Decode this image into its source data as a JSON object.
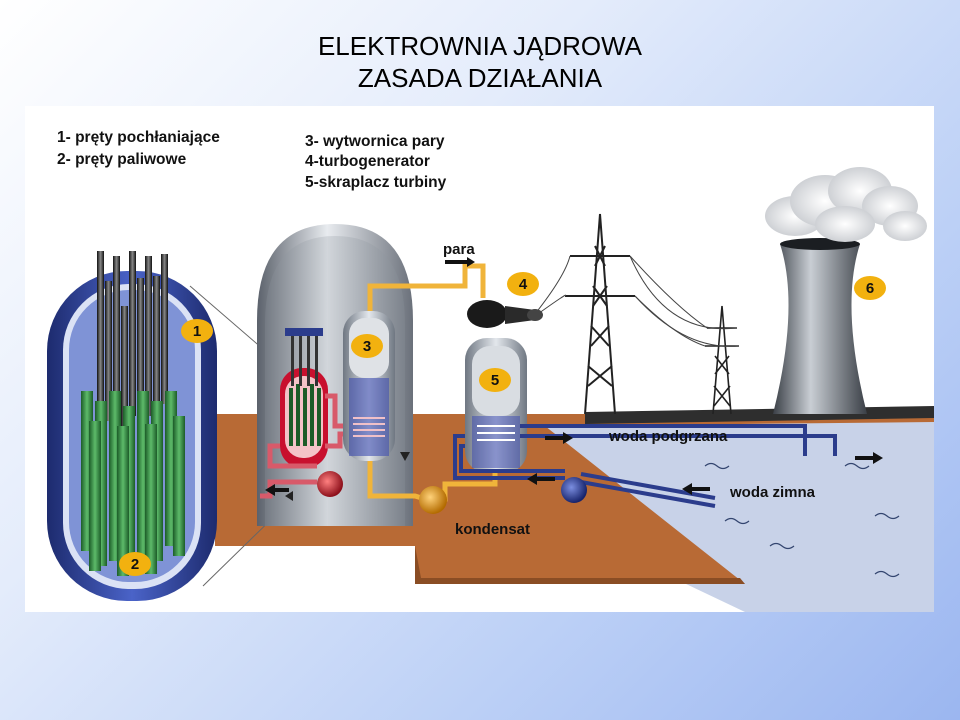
{
  "title": {
    "line1": "ELEKTROWNIA JĄDROWA",
    "line2": "ZASADA DZIAŁANIA"
  },
  "legend": {
    "item1": "1- pręty pochłaniające",
    "item2": "2- pręty paliwowe",
    "item3": "3- wytwornica pary",
    "item4": "4-turbogenerator",
    "item5": "5-skraplacz turbiny"
  },
  "flows": {
    "steam": "para",
    "heated_water": "woda podgrzana",
    "cold_water": "woda zimna",
    "condensate": "kondensat"
  },
  "markers": [
    "1",
    "2",
    "3",
    "4",
    "5",
    "6"
  ],
  "colors": {
    "marker": "#f2b10f",
    "steam_pipe": "#f0b43a",
    "fuel_rod": "#2e8a3e",
    "vessel": "#2b3c8c",
    "ground": "#b86a35",
    "water": "#c8d2e8",
    "containment": "#8f96a0"
  }
}
